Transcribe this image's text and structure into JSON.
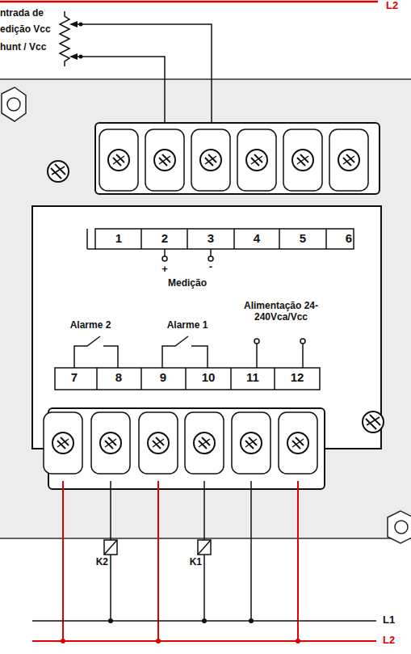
{
  "diagram": {
    "labels": [
      "L2",
      "ntrada de",
      "edição Vcc",
      "hunt / Vcc",
      "1",
      "2",
      "3",
      "4",
      "5",
      "6",
      "+",
      "-",
      "Medição",
      "Alarme 2",
      "Alarme 1",
      "Alimentação 24-240Vca/Vcc",
      "7",
      "8",
      "9",
      "10",
      "11",
      "12",
      "K2",
      "K1",
      "L1",
      "L2"
    ]
  }
}
